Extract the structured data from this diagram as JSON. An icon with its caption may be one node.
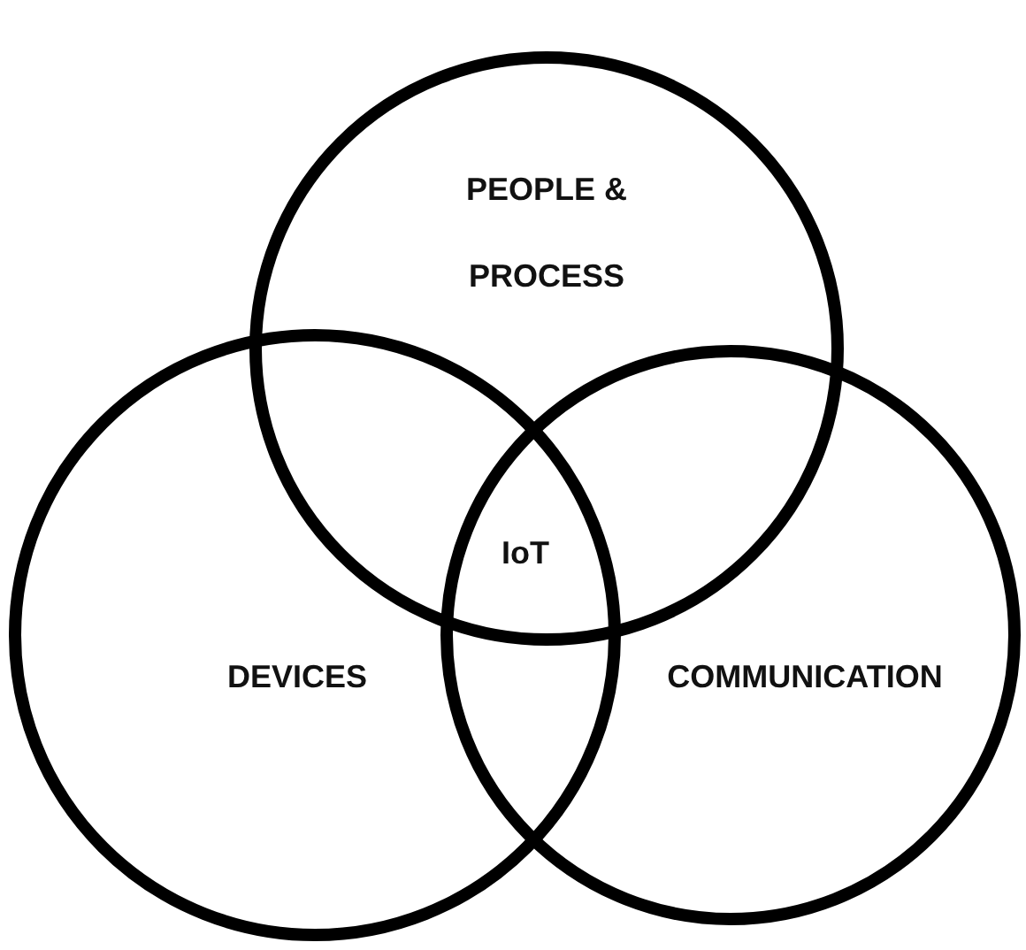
{
  "diagram": {
    "nodes": [
      {
        "text": [
          "PEOPLE & PROCESS"
        ]
      },
      {
        "text": [
          "DEVICES"
        ]
      },
      {
        "text": [
          "COMMUNICATION"
        ]
      }
    ],
    "edges": [],
    "labels": [
      "IoT"
    ]
  }
}
